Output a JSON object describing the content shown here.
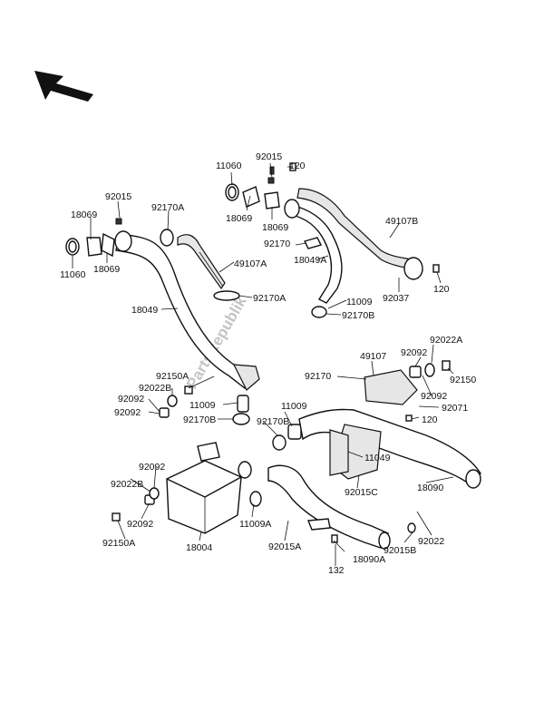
{
  "watermark": "PartsRepublik",
  "labels": {
    "l11060a": "11060",
    "l92015a": "92015",
    "l120a": "120",
    "l92015b": "92015",
    "l92170Aa": "92170A",
    "l18069a": "18069",
    "l18069b": "18069",
    "l18069c": "18069",
    "l18069d": "18069",
    "l11060b": "11060",
    "l49107B": "49107B",
    "l92170a": "92170",
    "l49107A": "49107A",
    "l18049A": "18049A",
    "l120b": "120",
    "l92170Ab": "92170A",
    "l92037": "92037",
    "l11009a": "11009",
    "l18049": "18049",
    "l92170Ba": "92170B",
    "l49107": "49107",
    "l92092a": "92092",
    "l92022A": "92022A",
    "l92150Aa": "92150A",
    "l92170b": "92170",
    "l92150": "92150",
    "l92022Ba": "92022B",
    "l92092b": "92092",
    "l92092c": "92092",
    "l11009b": "11009",
    "l92071": "92071",
    "l92092d": "92092",
    "l92170Bb": "92170B",
    "l120c": "120",
    "l11009c": "11009",
    "l92170Bc": "92170B",
    "l11049": "11049",
    "l92092e": "92092",
    "l92015C": "92015C",
    "l18090": "18090",
    "l92022Bb": "92022B",
    "l92092f": "92092",
    "l11009A": "11009A",
    "l92150Ab": "92150A",
    "l18004": "18004",
    "l92015A": "92015A",
    "l92015B": "92015B",
    "l92022": "92022",
    "l18090A": "18090A",
    "l132": "132"
  }
}
